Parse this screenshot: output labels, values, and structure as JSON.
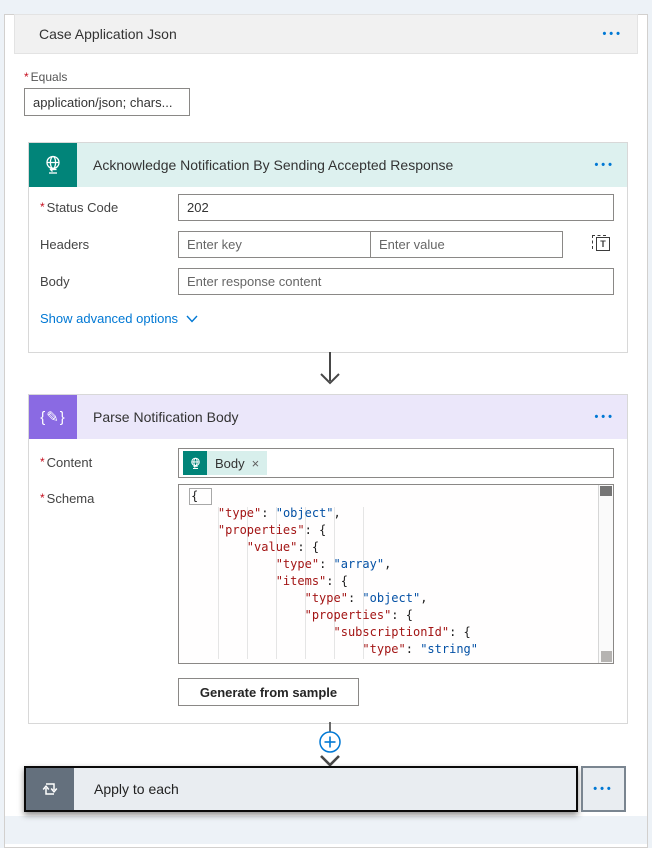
{
  "required_marker": "*",
  "colors": {
    "accent_blue": "#0078d4",
    "response_teal": "#018479",
    "response_band": "#ddf1ef",
    "parse_purple": "#8a6ae3",
    "parse_band": "#ebe7fa",
    "apply_slate": "#64707d",
    "code_key": "#a31515",
    "code_value": "#0451a5",
    "canvas": "#edf2f7"
  },
  "case": {
    "title": "Case Application Json",
    "menu": "•••",
    "equals": {
      "label": "Equals",
      "value": "application/json; chars..."
    }
  },
  "response_action": {
    "title": "Acknowledge Notification By Sending Accepted Response",
    "menu": "•••",
    "icon": "globe-response-icon",
    "rows": {
      "status_code": {
        "label": "Status Code",
        "value": "202"
      },
      "headers": {
        "label": "Headers",
        "key_placeholder": "Enter key",
        "value_placeholder": "Enter value"
      },
      "body": {
        "label": "Body",
        "placeholder": "Enter response content"
      }
    },
    "advanced_link": "Show advanced options"
  },
  "parse_action": {
    "title": "Parse Notification Body",
    "menu": "•••",
    "icon": "braces-pencil-icon",
    "icon_text": "{✎}",
    "content": {
      "label": "Content",
      "chip": {
        "label": "Body",
        "remove": "×"
      }
    },
    "schema": {
      "label": "Schema",
      "lines": [
        [
          [
            "{",
            "p"
          ]
        ],
        [
          [
            "    ",
            "p"
          ],
          [
            "\"type\"",
            "k"
          ],
          [
            ": ",
            "p"
          ],
          [
            "\"object\"",
            "v"
          ],
          [
            ",",
            "p"
          ]
        ],
        [
          [
            "    ",
            "p"
          ],
          [
            "\"properties\"",
            "k"
          ],
          [
            ": {",
            "p"
          ]
        ],
        [
          [
            "        ",
            "p"
          ],
          [
            "\"value\"",
            "k"
          ],
          [
            ": {",
            "p"
          ]
        ],
        [
          [
            "            ",
            "p"
          ],
          [
            "\"type\"",
            "k"
          ],
          [
            ": ",
            "p"
          ],
          [
            "\"array\"",
            "v"
          ],
          [
            ",",
            "p"
          ]
        ],
        [
          [
            "            ",
            "p"
          ],
          [
            "\"items\"",
            "k"
          ],
          [
            ": {",
            "p"
          ]
        ],
        [
          [
            "                ",
            "p"
          ],
          [
            "\"type\"",
            "k"
          ],
          [
            ": ",
            "p"
          ],
          [
            "\"object\"",
            "v"
          ],
          [
            ",",
            "p"
          ]
        ],
        [
          [
            "                ",
            "p"
          ],
          [
            "\"properties\"",
            "k"
          ],
          [
            ": {",
            "p"
          ]
        ],
        [
          [
            "                    ",
            "p"
          ],
          [
            "\"subscriptionId\"",
            "k"
          ],
          [
            ": {",
            "p"
          ]
        ],
        [
          [
            "                        ",
            "p"
          ],
          [
            "\"type\"",
            "k"
          ],
          [
            ": ",
            "p"
          ],
          [
            "\"string\"",
            "v"
          ]
        ]
      ]
    },
    "generate_button": "Generate from sample"
  },
  "apply_action": {
    "title": "Apply to each",
    "menu": "•••",
    "icon": "loop-icon"
  }
}
